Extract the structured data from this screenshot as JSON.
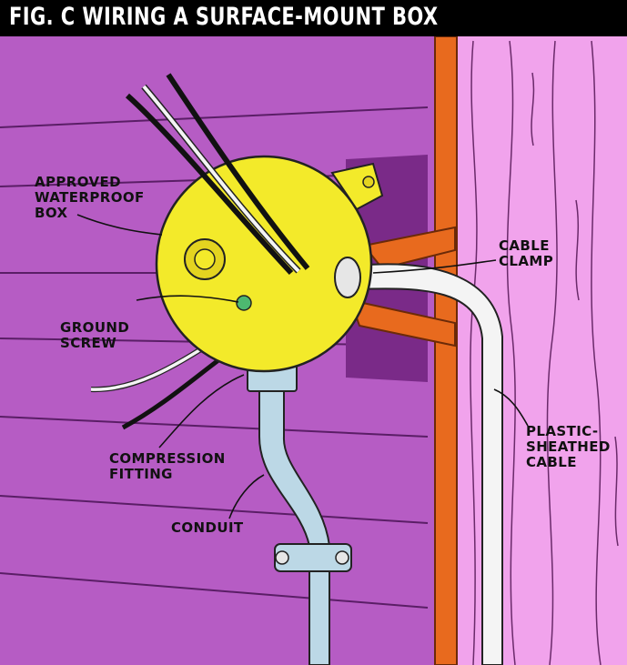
{
  "title": "FIG. C   WIRING A SURFACE-MOUNT BOX",
  "labels": {
    "box": [
      "APPROVED",
      "WATERPROOF",
      "BOX"
    ],
    "ground": [
      "GROUND",
      "SCREW"
    ],
    "fitting": [
      "COMPRESSION",
      "FITTING"
    ],
    "conduit": [
      "CONDUIT"
    ],
    "clamp": [
      "CABLE",
      "CLAMP"
    ],
    "cable": [
      "PLASTIC-",
      "SHEATHED",
      "CABLE"
    ]
  },
  "colors": {
    "siding": "#b65cc4",
    "siding_shadow": "#8a3596",
    "wood": "#f1a3ec",
    "trim": "#e86a1e",
    "box": "#f3ea2a",
    "conduit": "#bcd8e6",
    "cable": "#f4f4f4"
  }
}
